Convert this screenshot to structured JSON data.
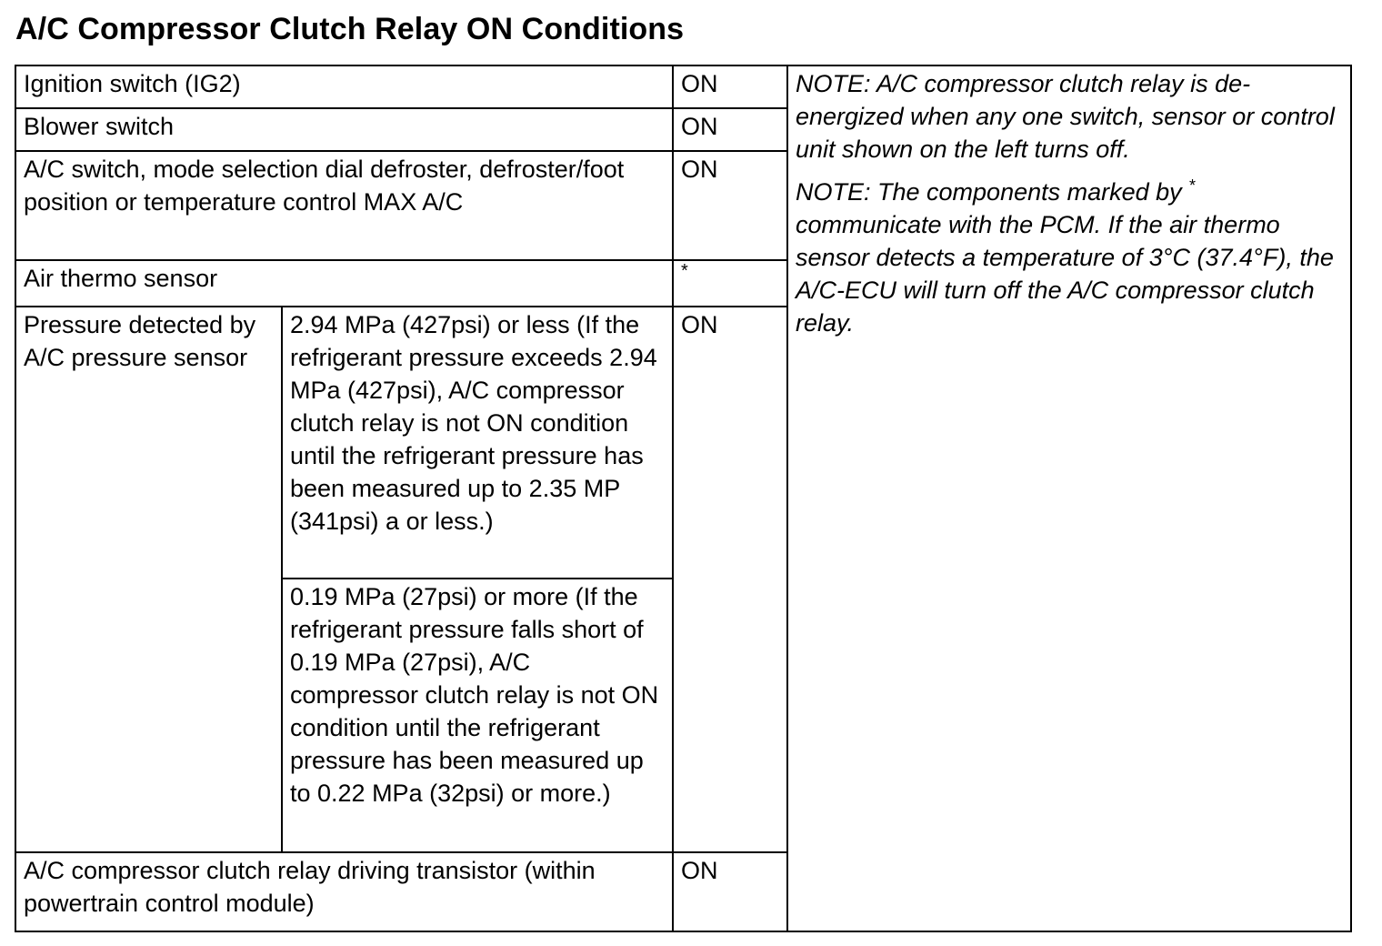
{
  "title": "A/C Compressor Clutch Relay ON Conditions",
  "rows": [
    {
      "label": "Ignition switch (IG2)",
      "state": "ON"
    },
    {
      "label": "Blower switch",
      "state": "ON"
    },
    {
      "label": "A/C switch, mode selection dial defroster, defroster/foot position or temperature control MAX A/C",
      "state": "ON"
    },
    {
      "label": "Air thermo sensor",
      "state": "*"
    },
    {
      "label": "Pressure detected by A/C pressure sensor",
      "conditions": [
        "2.94 MPa (427psi) or less (If the refrigerant pressure exceeds 2.94 MPa (427psi), A/C compressor clutch relay is not ON condition until the refrigerant pressure has been measured up to 2.35 MP (341psi) a or less.)",
        "0.19 MPa (27psi) or more (If the refrigerant pressure falls short of 0.19 MPa (27psi), A/C compressor clutch relay is not ON condition until the refrigerant pressure has been measured up to 0.22 MPa (32psi) or more.)"
      ],
      "state": "ON"
    },
    {
      "label": "A/C compressor clutch relay driving transistor (within powertrain control module)",
      "state": "ON"
    }
  ],
  "notes": {
    "note1": "NOTE: A/C compressor clutch relay is de-energized when any one switch, sensor or control unit shown on the left turns off.",
    "note2_part1": "NOTE:  The components marked by",
    "note2_marker": "*",
    "note2_part2": "communicate with the PCM. If the air thermo sensor detects a temperature of 3°C (37.4°F), the A/C-ECU will turn off the A/C compressor clutch relay."
  }
}
